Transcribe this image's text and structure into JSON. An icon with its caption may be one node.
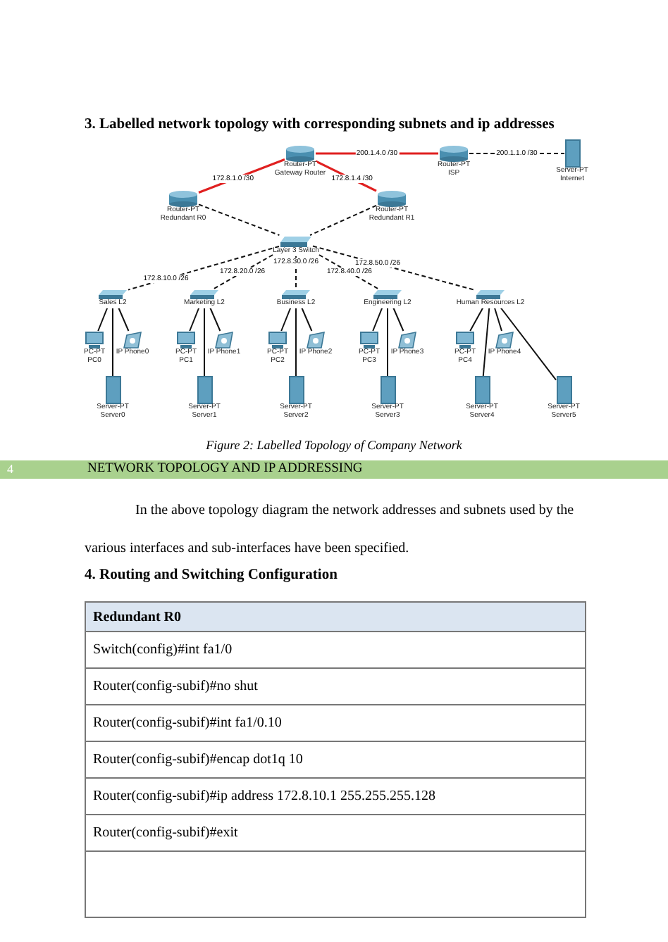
{
  "diagram": {
    "title": "3. Labelled network topology with corresponding subnets and ip addresses",
    "caption": "Figure 2: Labelled Topology of Company Network",
    "nodes": [
      {
        "text": [
          "Router-PT",
          "Gateway Router"
        ]
      },
      {
        "text": [
          "Router-PT",
          "ISP"
        ]
      },
      {
        "text": [
          "Server-PT",
          "Internet"
        ]
      },
      {
        "text": [
          "Router-PT",
          "Redundant R0"
        ]
      },
      {
        "text": [
          "Router-PT",
          "Redundant R1"
        ]
      },
      {
        "text": [
          "Layer 3 Switch"
        ]
      },
      {
        "text": [
          "Sales L2"
        ]
      },
      {
        "text": [
          "Marketing L2"
        ]
      },
      {
        "text": [
          "Business L2"
        ]
      },
      {
        "text": [
          "Engineering L2"
        ]
      },
      {
        "text": [
          "Human Resources L2"
        ]
      },
      {
        "text": [
          "PC-PT",
          "PC0"
        ]
      },
      {
        "text": [
          "IP Phone0"
        ]
      },
      {
        "text": [
          "PC-PT",
          "PC1"
        ]
      },
      {
        "text": [
          "IP Phone1"
        ]
      },
      {
        "text": [
          "PC-PT",
          "PC2"
        ]
      },
      {
        "text": [
          "IP Phone2"
        ]
      },
      {
        "text": [
          "PC-PT",
          "PC3"
        ]
      },
      {
        "text": [
          "IP Phone3"
        ]
      },
      {
        "text": [
          "PC-PT",
          "PC4"
        ]
      },
      {
        "text": [
          "IP Phone4"
        ]
      },
      {
        "text": [
          "Server-PT",
          "Server0"
        ]
      },
      {
        "text": [
          "Server-PT",
          "Server1"
        ]
      },
      {
        "text": [
          "Server-PT",
          "Server2"
        ]
      },
      {
        "text": [
          "Server-PT",
          "Server3"
        ]
      },
      {
        "text": [
          "Server-PT",
          "Server4"
        ]
      },
      {
        "text": [
          "Server-PT",
          "Server5"
        ]
      }
    ],
    "edges": [
      {
        "from": 0,
        "to": 1,
        "arrow": "none",
        "label": "200.1.4.0 /30",
        "color": "#e02020"
      },
      {
        "from": 1,
        "to": 2,
        "arrow": "none",
        "label": "200.1.1.0 /30",
        "style": "dashed"
      },
      {
        "from": 0,
        "to": 3,
        "arrow": "none",
        "label": "172.8.1.0 /30",
        "color": "#e02020"
      },
      {
        "from": 0,
        "to": 4,
        "arrow": "none",
        "label": "172.8.1.4 /30",
        "color": "#e02020"
      },
      {
        "from": 3,
        "to": 5,
        "arrow": "none",
        "style": "dashed"
      },
      {
        "from": 4,
        "to": 5,
        "arrow": "none",
        "style": "dashed"
      },
      {
        "from": 5,
        "to": 6,
        "arrow": "none",
        "label": "172.8.10.0 /26",
        "style": "dashed"
      },
      {
        "from": 5,
        "to": 7,
        "arrow": "none",
        "label": "172.8.20.0 /26",
        "style": "dashed"
      },
      {
        "from": 5,
        "to": 8,
        "arrow": "none",
        "label": "172.8.30.0 /26",
        "style": "dashed"
      },
      {
        "from": 5,
        "to": 9,
        "arrow": "none",
        "label": "172.8.40.0 /26",
        "style": "dashed"
      },
      {
        "from": 5,
        "to": 10,
        "arrow": "none",
        "label": "172.8.50.0 /26",
        "style": "dashed"
      },
      {
        "from": 6,
        "to": 11,
        "arrow": "none"
      },
      {
        "from": 6,
        "to": 12,
        "arrow": "none"
      },
      {
        "from": 6,
        "to": 21,
        "arrow": "none"
      },
      {
        "from": 7,
        "to": 13,
        "arrow": "none"
      },
      {
        "from": 7,
        "to": 14,
        "arrow": "none"
      },
      {
        "from": 7,
        "to": 22,
        "arrow": "none"
      },
      {
        "from": 8,
        "to": 15,
        "arrow": "none"
      },
      {
        "from": 8,
        "to": 16,
        "arrow": "none"
      },
      {
        "from": 8,
        "to": 23,
        "arrow": "none"
      },
      {
        "from": 9,
        "to": 17,
        "arrow": "none"
      },
      {
        "from": 9,
        "to": 18,
        "arrow": "none"
      },
      {
        "from": 9,
        "to": 24,
        "arrow": "none"
      },
      {
        "from": 10,
        "to": 19,
        "arrow": "none"
      },
      {
        "from": 10,
        "to": 20,
        "arrow": "none"
      },
      {
        "from": 10,
        "to": 25,
        "arrow": "none"
      },
      {
        "from": 10,
        "to": 26,
        "arrow": "none"
      }
    ],
    "labels": [
      "4",
      "NETWORK TOPOLOGY AND IP ADDRESSING",
      "In the above topology diagram the network addresses and subnets used by the various interfaces and sub-interfaces have been specified.",
      "4. Routing and Switching Configuration",
      "Redundant R0",
      "Switch(config)#int fa1/0",
      "Router(config-subif)#no shut",
      "Router(config-subif)#int fa1/0.10",
      "Router(config-subif)#encap dot1q 10",
      "Router(config-subif)#ip address 172.8.10.1 255.255.255.128",
      "Router(config-subif)#exit"
    ]
  }
}
